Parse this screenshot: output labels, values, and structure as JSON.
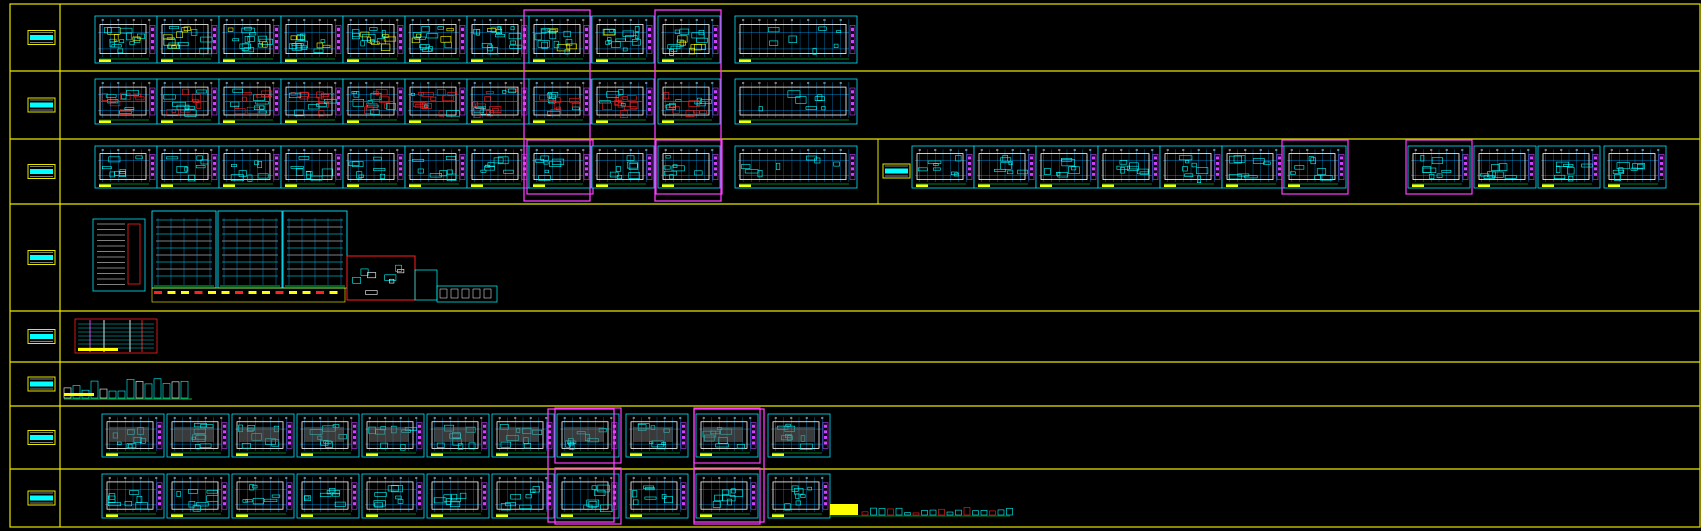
{
  "colors": {
    "background": "#000000",
    "frame": "#e6e600",
    "sheet_border": "#00e5ff",
    "grid_line": "#00a8ff",
    "wall": "#ffffff",
    "highlight": "#ff3cff",
    "dimension": "#00ff40",
    "red_line": "#ff2020",
    "title_block": "#ffff00",
    "label_fill": "#00ffff"
  },
  "window": {
    "description_icon": "cad-model-space-icon"
  },
  "rows": [
    {
      "name": "row-1",
      "groups": [
        {
          "sheets": 8,
          "style": "plan-dense",
          "highlight": [
            7
          ]
        },
        {
          "sheets": 2,
          "style": "plan-dense",
          "highlight": [
            1
          ]
        },
        {
          "sheets": 1,
          "style": "plan-wide",
          "highlight": []
        }
      ]
    },
    {
      "name": "row-2",
      "groups": [
        {
          "sheets": 8,
          "style": "plan-red",
          "highlight": [
            7
          ]
        },
        {
          "sheets": 2,
          "style": "plan-red",
          "highlight": [
            1
          ]
        },
        {
          "sheets": 1,
          "style": "plan-wide",
          "highlight": []
        }
      ]
    },
    {
      "name": "row-3",
      "groups": [
        {
          "sheets": 8,
          "style": "plan-sparse",
          "highlight": [
            7
          ]
        },
        {
          "sheets": 2,
          "style": "plan-sparse",
          "highlight": [
            1
          ]
        },
        {
          "sheets": 1,
          "style": "plan-wide",
          "highlight": []
        },
        {
          "sheets": 7,
          "style": "plan-sparse",
          "highlight": [
            6
          ]
        },
        {
          "sheets": 2,
          "style": "plan-sparse",
          "highlight": [
            0
          ]
        },
        {
          "sheets": 2,
          "style": "plan-sparse",
          "highlight": []
        }
      ]
    },
    {
      "name": "row-4",
      "groups": [
        {
          "sheets": 1,
          "style": "elevations",
          "highlight": []
        }
      ]
    },
    {
      "name": "row-5",
      "groups": [
        {
          "sheets": 1,
          "style": "sections",
          "highlight": []
        }
      ]
    },
    {
      "name": "row-6",
      "groups": [
        {
          "sheets": 1,
          "style": "details",
          "highlight": []
        }
      ]
    },
    {
      "name": "row-7",
      "groups": [
        {
          "sheets": 8,
          "style": "plan-grey",
          "highlight": [
            7
          ]
        },
        {
          "sheets": 2,
          "style": "plan-grey",
          "highlight": [
            1
          ]
        },
        {
          "sheets": 1,
          "style": "plan-grey",
          "highlight": []
        }
      ]
    },
    {
      "name": "row-8",
      "groups": [
        {
          "sheets": 8,
          "style": "plan-sparse",
          "highlight": [
            7
          ]
        },
        {
          "sheets": 2,
          "style": "plan-sparse",
          "highlight": [
            1
          ]
        },
        {
          "sheets": 1,
          "style": "plan-sparse",
          "highlight": []
        },
        {
          "sheets": 1,
          "style": "legend-strip",
          "highlight": []
        }
      ]
    }
  ]
}
